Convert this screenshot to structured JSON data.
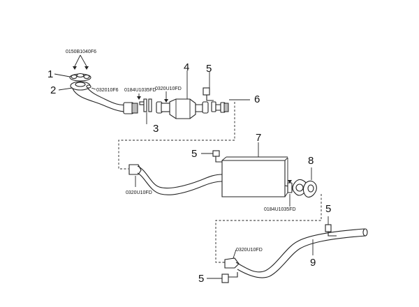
{
  "diagram": {
    "callouts": [
      {
        "id": "1",
        "label": "1"
      },
      {
        "id": "2",
        "label": "2"
      },
      {
        "id": "3",
        "label": "3"
      },
      {
        "id": "4",
        "label": "4"
      },
      {
        "id": "5a",
        "label": "5"
      },
      {
        "id": "6",
        "label": "6"
      },
      {
        "id": "5b",
        "label": "5"
      },
      {
        "id": "7",
        "label": "7"
      },
      {
        "id": "8",
        "label": "8"
      },
      {
        "id": "5c",
        "label": "5"
      },
      {
        "id": "9",
        "label": "9"
      },
      {
        "id": "5d",
        "label": "5"
      }
    ],
    "part_codes": {
      "bolt_top": "0150B1040F6",
      "nut_manifold": "032010F6",
      "gasket_bolt_1": "0184U1035FD",
      "nut_cat": "0320U10FD",
      "nut_front_pipe": "0320U10FD",
      "gasket_bolt_2": "0184U1035FD",
      "nut_tail": "0320U10FD"
    }
  }
}
